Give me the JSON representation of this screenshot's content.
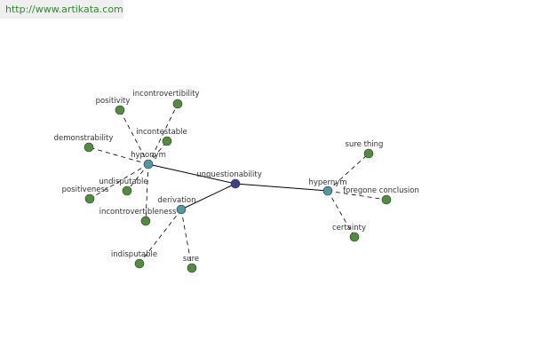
{
  "header": {
    "url": "http://www.artikata.com"
  },
  "colors": {
    "center_node": "#3c3e8e",
    "relation_node": "#4d9aa0",
    "leaf_node": "#4f8f3c",
    "node_stroke": "#333333",
    "edge": "#000000",
    "label": "#333333"
  },
  "graph": {
    "center": {
      "id": "unquestionability",
      "label": "unquestionability"
    },
    "relations": [
      {
        "id": "hyponym",
        "label": "hyponym",
        "terms": [
          "positivity",
          "incontrovertibility",
          "incontestable",
          "demonstrability",
          "positiveness",
          "undisputable",
          "incontrovertibleness"
        ]
      },
      {
        "id": "derivation",
        "label": "derivation",
        "terms": [
          "indisputable",
          "sure"
        ]
      },
      {
        "id": "hypernym",
        "label": "hypernym",
        "terms": [
          "sure thing",
          "foregone conclusion",
          "certainty"
        ]
      }
    ]
  }
}
